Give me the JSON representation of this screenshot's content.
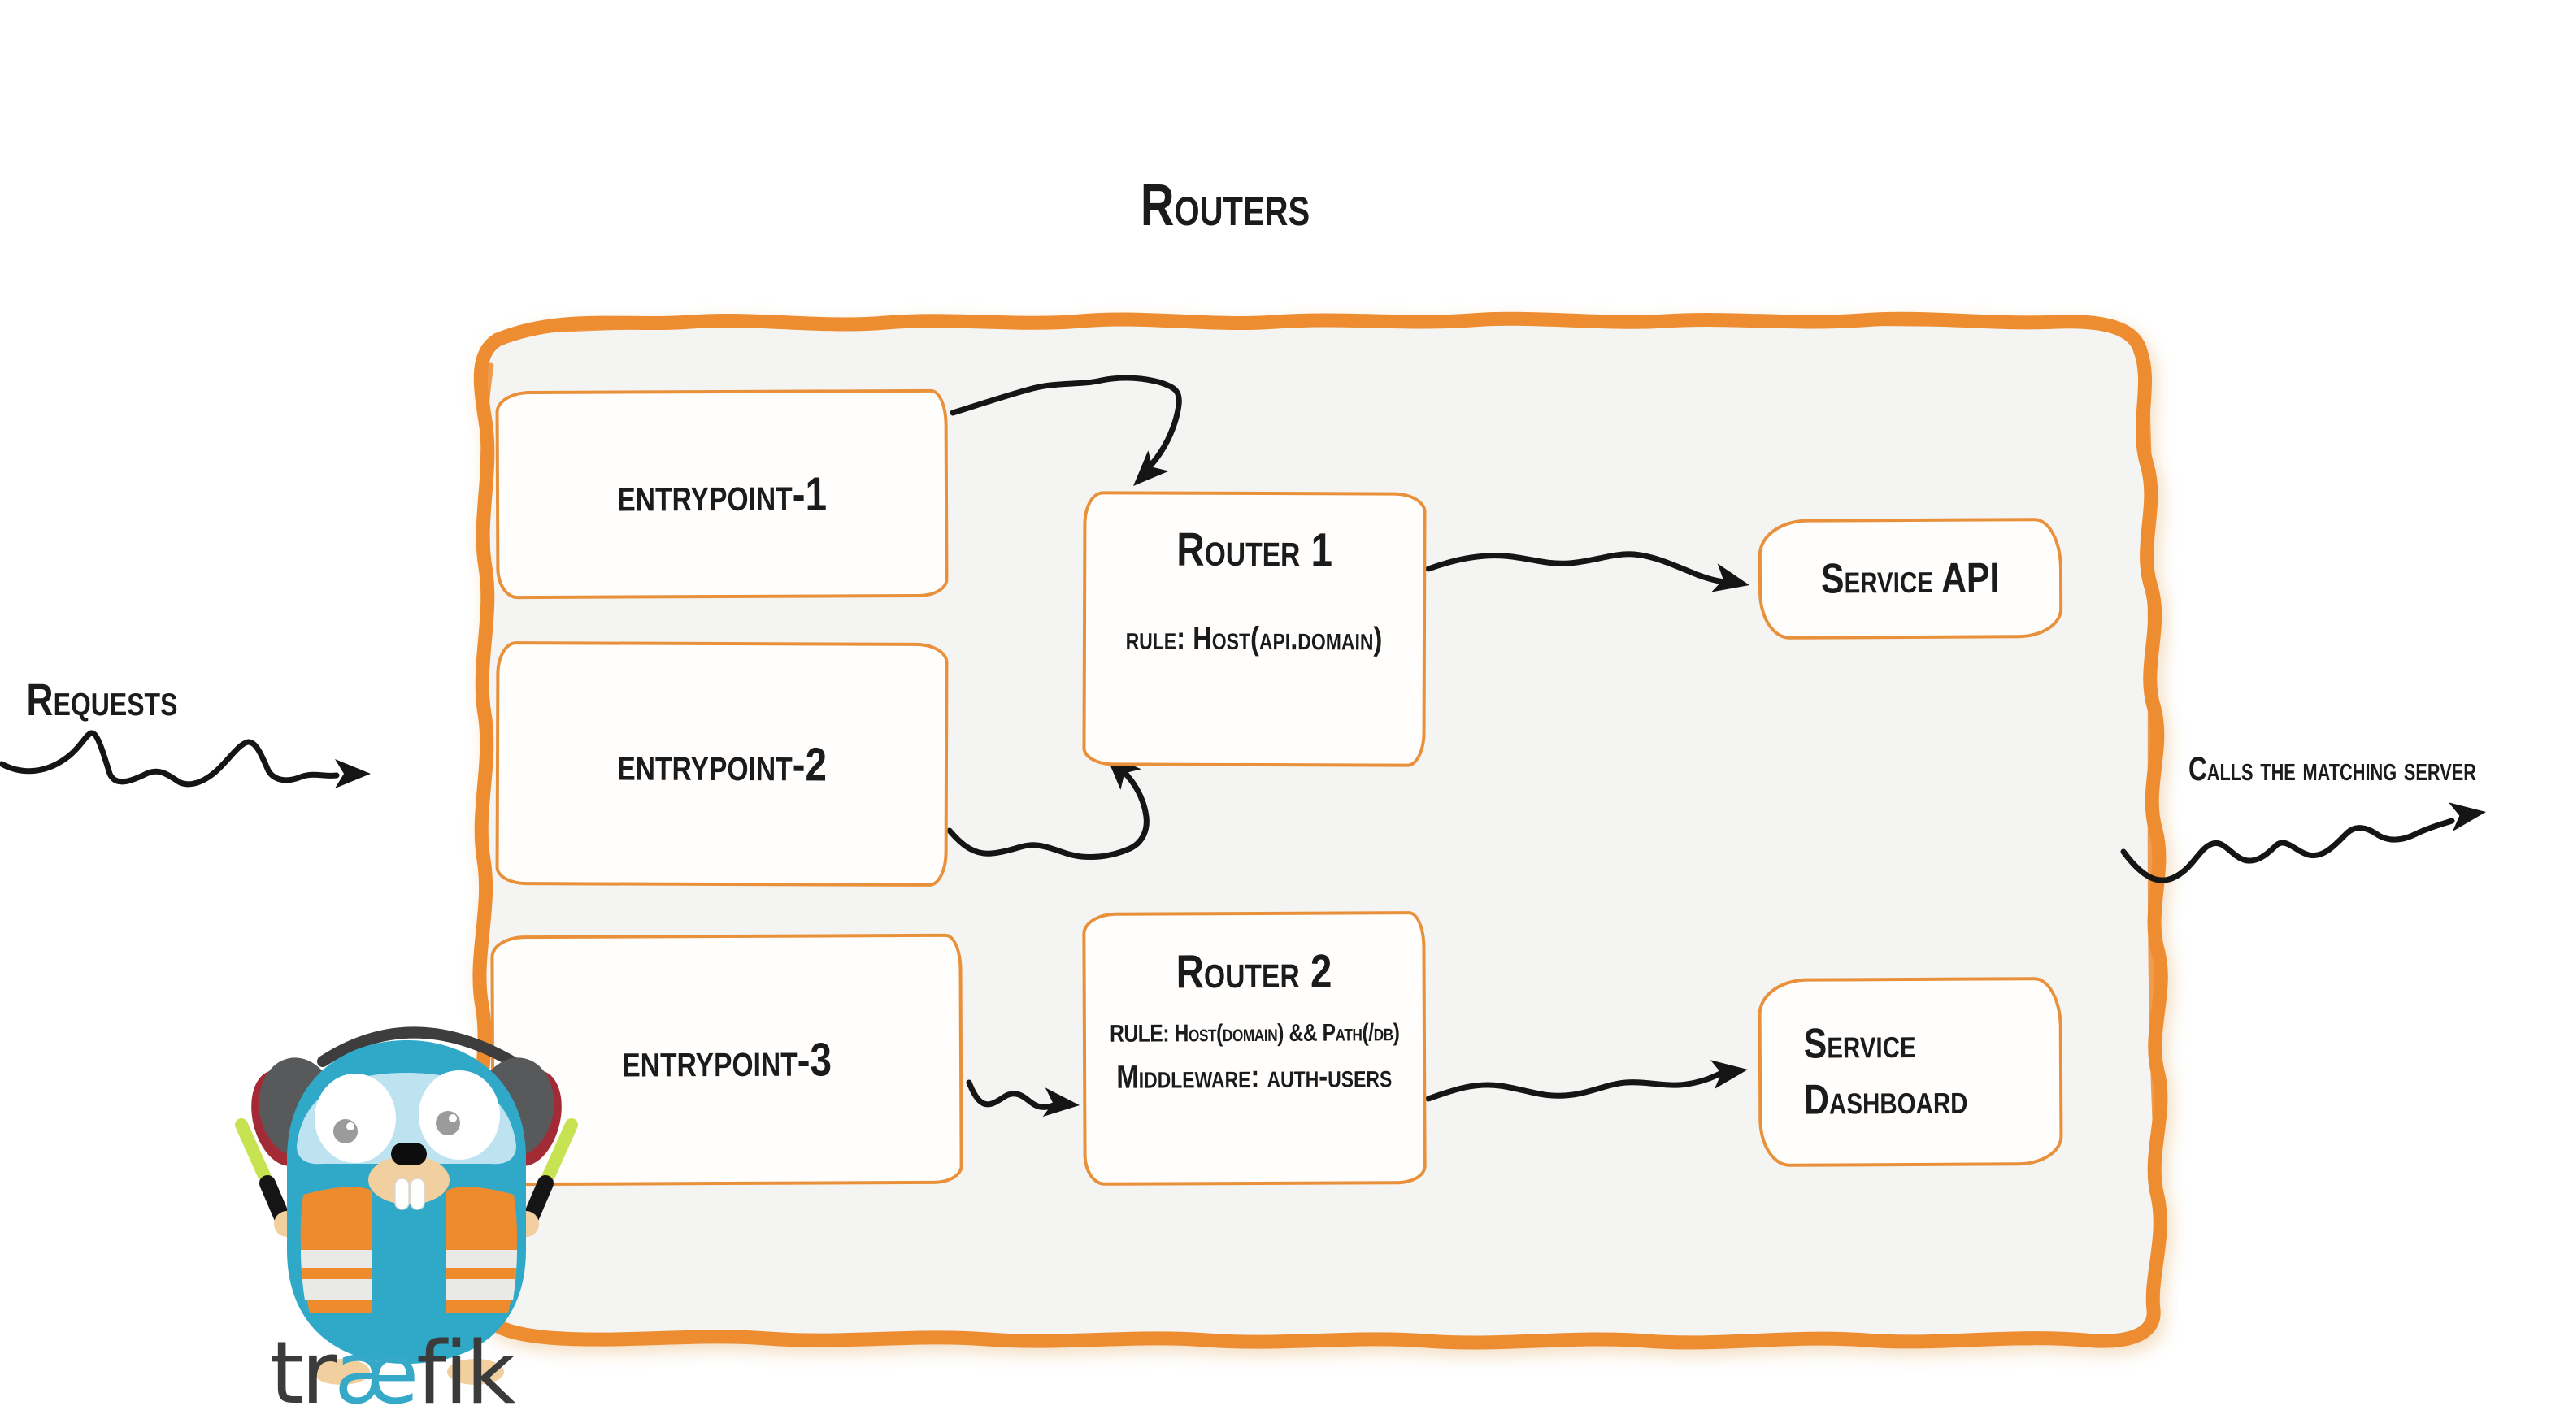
{
  "title": "Routers",
  "labels": {
    "requests": "Requests",
    "calls_matching_server": "Calls the matching server"
  },
  "entrypoints": [
    {
      "label": "entrypoint-1"
    },
    {
      "label": "entrypoint-2"
    },
    {
      "label": "entrypoint-3"
    }
  ],
  "routers": [
    {
      "title": "Router 1",
      "lines": [
        "rule: Host(api.domain)"
      ]
    },
    {
      "title": "Router 2",
      "lines": [
        "RULE: Host(domain) && Path(/db)",
        "Middleware: auth-users"
      ]
    }
  ],
  "services": [
    {
      "lines": [
        "Service API"
      ]
    },
    {
      "lines": [
        "Service",
        "Dashboard"
      ]
    }
  ],
  "logo": {
    "wordmark": {
      "tr": "tr",
      "ae": "æ",
      "fik": "fik"
    }
  },
  "colors": {
    "accent_orange": "#ED8C30",
    "container_fill": "#F4F4F3",
    "box_fill": "#FFFEFD",
    "text": "#1B1B1B",
    "traefik_teal": "#30A8C8",
    "wordmark_dark": "#3B3B3B",
    "glowstick_green": "#C8E351"
  }
}
